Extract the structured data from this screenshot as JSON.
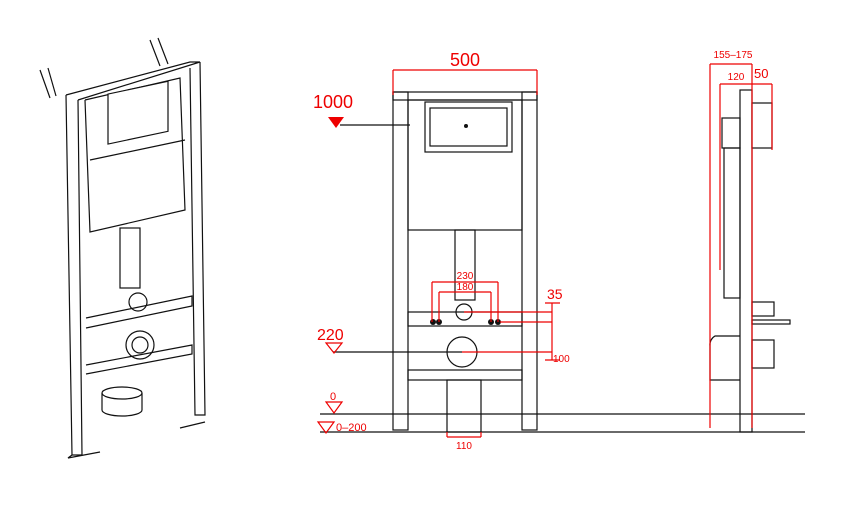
{
  "colors": {
    "dimension": "#ee0000",
    "outline": "#111111"
  },
  "front_view": {
    "width_label": "500",
    "height_1000": "1000",
    "spacing_230": "230",
    "spacing_180": "180",
    "offset_35": "35",
    "height_220": "220",
    "offset_100": "100",
    "floor_0": "0",
    "floor_range": "0–200",
    "drain_110": "110"
  },
  "side_view": {
    "depth_range": "155–175",
    "depth_120": "120",
    "depth_50": "50"
  }
}
